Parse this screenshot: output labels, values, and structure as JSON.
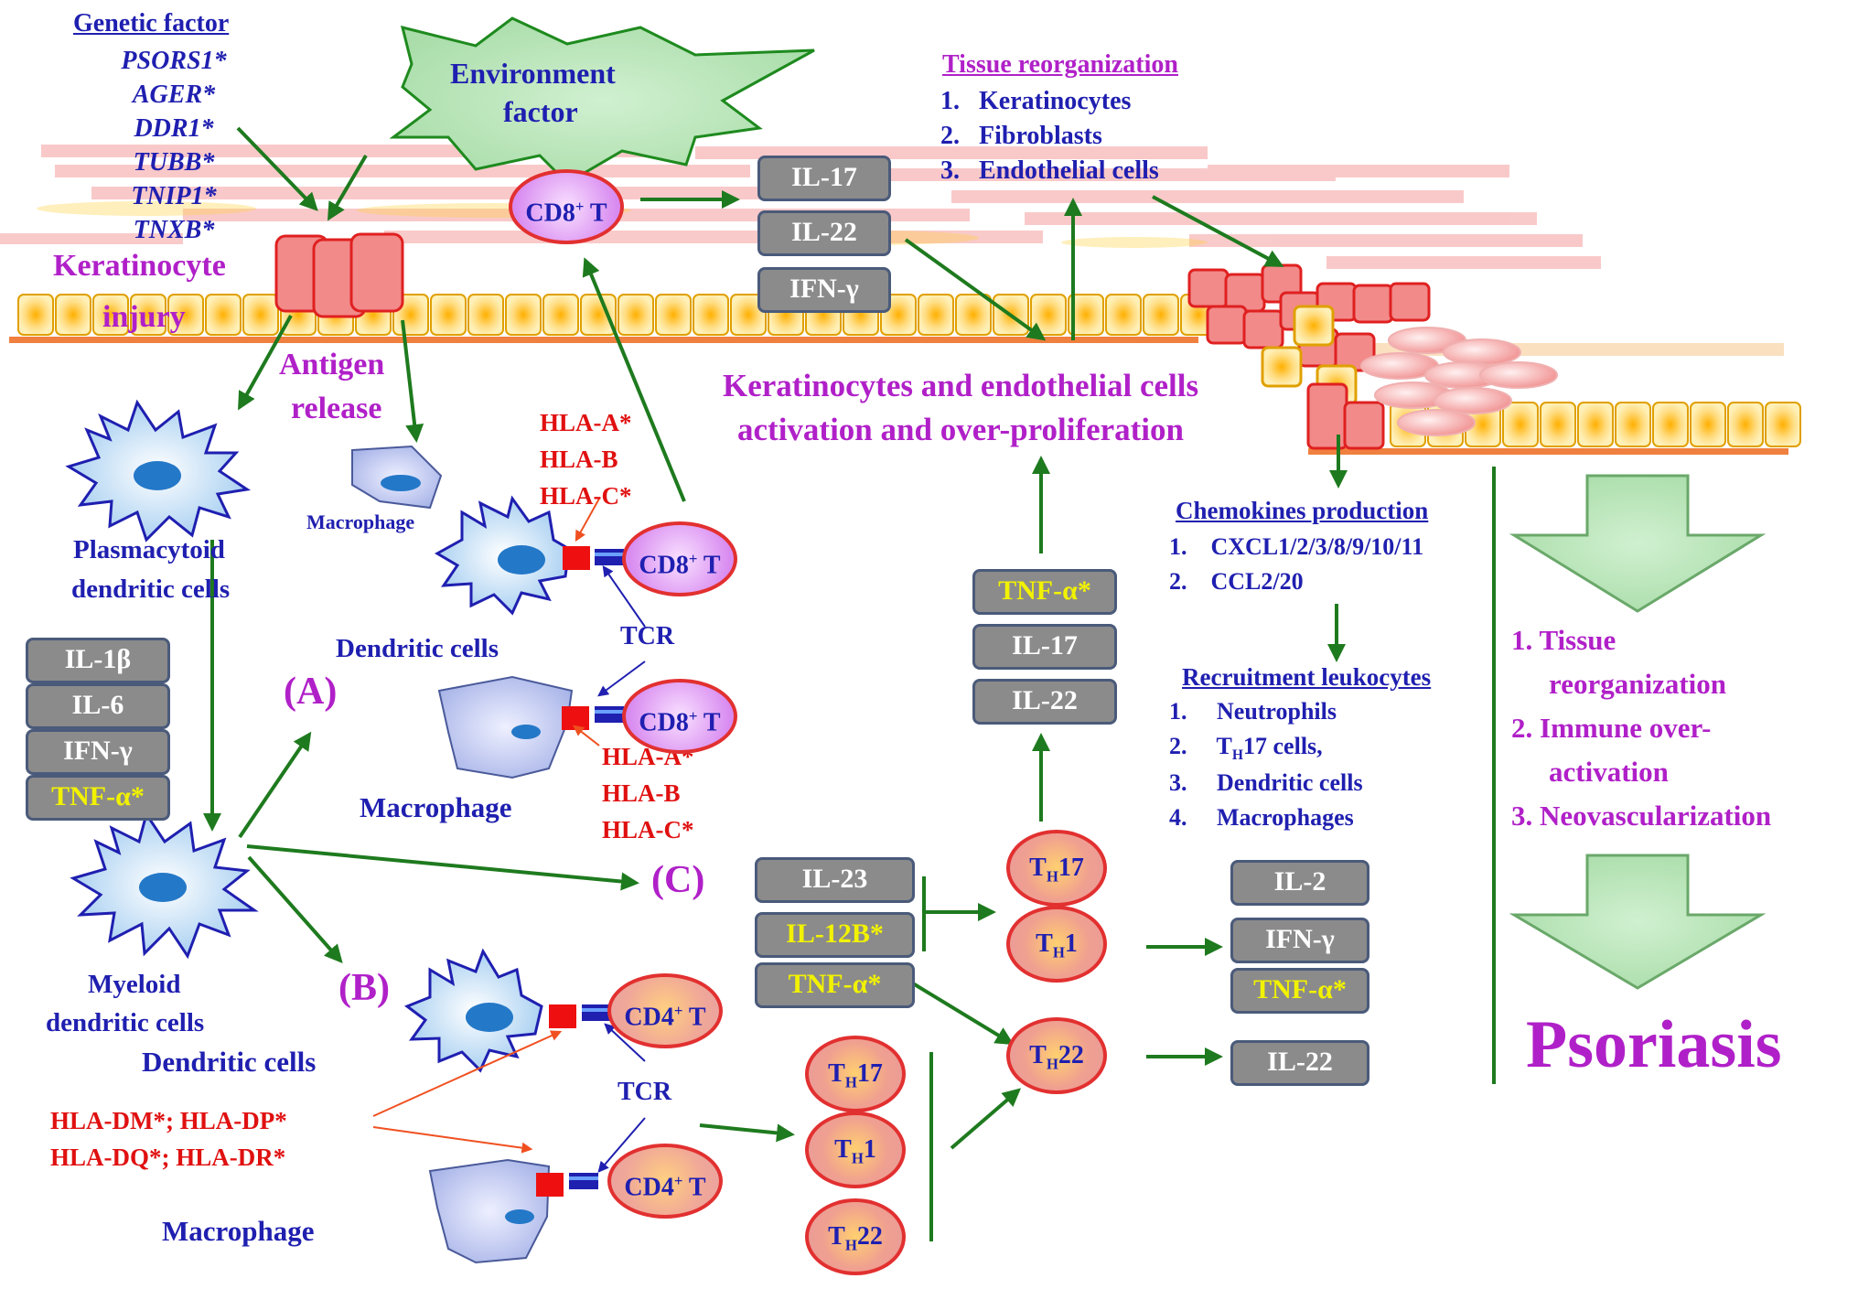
{
  "genetic": {
    "title": "Genetic factor",
    "genes": [
      "PSORS1*",
      "AGER*",
      "DDR1*",
      "TUBB*",
      "TNIP1*",
      "TNXB*"
    ]
  },
  "environment": {
    "line1": "Environment",
    "line2": "factor"
  },
  "keratinocyte_injury": {
    "line1": "Keratinocyte",
    "line2": "injury"
  },
  "antigen_release": {
    "line1": "Antigen",
    "line2": "release"
  },
  "tissue_reorg": {
    "title": "Tissue reorganization",
    "items": [
      "1.   Keratinocytes",
      "2.   Fibroblasts",
      "3.   Endothelial cells"
    ]
  },
  "activation": {
    "line1": "Keratinocytes and endothelial cells",
    "line2": "activation and over-proliferation"
  },
  "chemokines": {
    "title": "Chemokines production",
    "items": [
      "1.    CXCL1/2/3/8/9/10/11",
      "2.    CCL2/20"
    ]
  },
  "recruitment": {
    "title": "Recruitment leukocytes",
    "items": [
      "1.     Neutrophils",
      "3.     Dendritic cells",
      "4.     Macrophages"
    ],
    "th17_num": "2.     T",
    "th17_sub": "H",
    "th17_rest": "17 cells,"
  },
  "outcomes": {
    "items": [
      "1. Tissue",
      "reorganization",
      "2. Immune over-",
      "activation",
      "3. Neovascularization"
    ],
    "final": "Psoriasis"
  },
  "labels": {
    "pdc1": "Plasmacytoid",
    "pdc2": "dendritic cells",
    "macrophage_small": "Macrophage",
    "dendritic_cells": "Dendritic cells",
    "macrophage": "Macrophage",
    "mdc1": "Myeloid",
    "mdc2": "dendritic cells",
    "dendritic_cells_b": "Dendritic cells",
    "macrophage_b": "Macrophage",
    "tcr": "TCR",
    "tcr_b": "TCR",
    "A": "(A)",
    "B": "(B)",
    "C": "(C)"
  },
  "hla": {
    "upper": [
      "HLA-A*",
      "HLA-B",
      "HLA-C*"
    ],
    "lower": [
      "HLA-A*",
      "HLA-B",
      "HLA-C*"
    ],
    "class2_line1": "HLA-DM*; HLA-DP*",
    "class2_line2": "HLA-DQ*; HLA-DR*"
  },
  "cells": {
    "cd8_base": "CD8",
    "cd8_sup": "+",
    "cd8_tail": " T",
    "cd4_base": "CD4",
    "cd4_sup": "+",
    "cd4_tail": " T",
    "th_base": "T",
    "th_sub": "H",
    "th17": "17",
    "th1": "1",
    "th22": "22"
  },
  "cytokines": {
    "pdc": [
      "IL-1β",
      "IL-6",
      "IFN-γ",
      "TNF-α*"
    ],
    "cd8": [
      "IL-17",
      "IL-22",
      "IFN-γ"
    ],
    "center": [
      "TNF-α*",
      "IL-17",
      "IL-22"
    ],
    "input": [
      "IL-23",
      "IL-12B*",
      "TNF-α*"
    ],
    "th1_out": [
      "IL-2",
      "IFN-γ",
      "TNF-α*"
    ],
    "th22_out": "IL-22"
  },
  "colors": {
    "arrow": "#1e7a1e",
    "navy": "#1f1fb0",
    "purple": "#b020c8",
    "red": "#e01010",
    "cytokine_box": "#8b8b8b",
    "highlight_text": "#f2f200"
  }
}
